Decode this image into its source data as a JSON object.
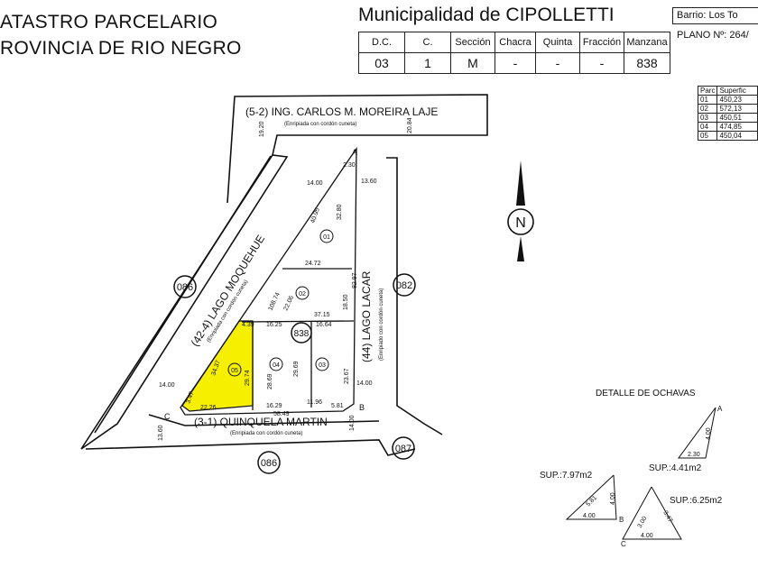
{
  "header": {
    "line1": "ATASTRO PARCELARIO",
    "line2": "ROVINCIA DE RIO NEGRO"
  },
  "municipality": {
    "title": "Municipalidad de CIPOLLETTI",
    "columns": [
      "D.C.",
      "C.",
      "Sección",
      "Chacra",
      "Quinta",
      "Fracción",
      "Manzana"
    ],
    "values": [
      "03",
      "1",
      "M",
      "-",
      "-",
      "-",
      "838"
    ]
  },
  "barrio": "Barrio: Los To",
  "plano": "PLANO Nº:  264/",
  "parcels_table": {
    "headers": [
      "Parc",
      "Superfic"
    ],
    "rows": [
      [
        "01",
        "450,23"
      ],
      [
        "02",
        "572,13"
      ],
      [
        "03",
        "450,51"
      ],
      [
        "04",
        "474,85"
      ],
      [
        "05",
        "450,04"
      ]
    ]
  },
  "streets": {
    "north": "(5-2) ING. CARLOS M. MOREIRA LAJE",
    "north_sub": "(Enripiada con cordón cuneta)",
    "west": "(42-4) LAGO MOQUEHUE",
    "west_sub": "(Enripiada con cordón cuneta)",
    "east": "(44) LAGO LACAR",
    "east_sub": "(Enripiado con cordón cuneta)",
    "south": "(3-1) QUINQUELA MARTIN",
    "south_sub": "(Enripiada con cordón cuneta)"
  },
  "block_numbers": [
    "086",
    "082",
    "086",
    "087",
    "838"
  ],
  "parcel_labels": [
    "01",
    "02",
    "03",
    "04",
    "05"
  ],
  "highlight_color": "#f6f000",
  "dimensions": {
    "top_left": "19.20",
    "top_right": "20.84",
    "a1": "2.30",
    "a2": "14.00",
    "a3": "13.60",
    "d1": "40.95",
    "d2": "32.80",
    "d3": "24.72",
    "d4": "108.74",
    "d5": "22.06",
    "d6": "18.50",
    "d7": "82.97",
    "d8": "37.15",
    "d9": "16.25",
    "d10": "16.64",
    "d11": "4.39",
    "d12": "34.37",
    "d13": "29.74",
    "d14": "29.69",
    "d15": "28.69",
    "d16": "23.67",
    "d17": "14.00",
    "d18": "14.00",
    "d19": "3.47",
    "d20": "22.26",
    "d21": "16.29",
    "d22": "11.96",
    "d23": "5.81",
    "d24": "58.49",
    "d25": "13.60",
    "d26": "14.00"
  },
  "corners": {
    "a": "A",
    "b": "B",
    "c": "C"
  },
  "north_label": "N",
  "detail": {
    "title": "DETALLE DE OCHAVAS",
    "sup_a": "SUP.:4.41m2",
    "sup_b": "SUP.:7.97m2",
    "sup_c": "SUP.:6.25m2",
    "a_400": "4.00",
    "a_230": "2.30",
    "b_581": "5.81",
    "b_400v": "4.00",
    "b_400h": "4.00",
    "c_300": "3.00",
    "c_347": "3.47",
    "c_400": "4.00"
  }
}
